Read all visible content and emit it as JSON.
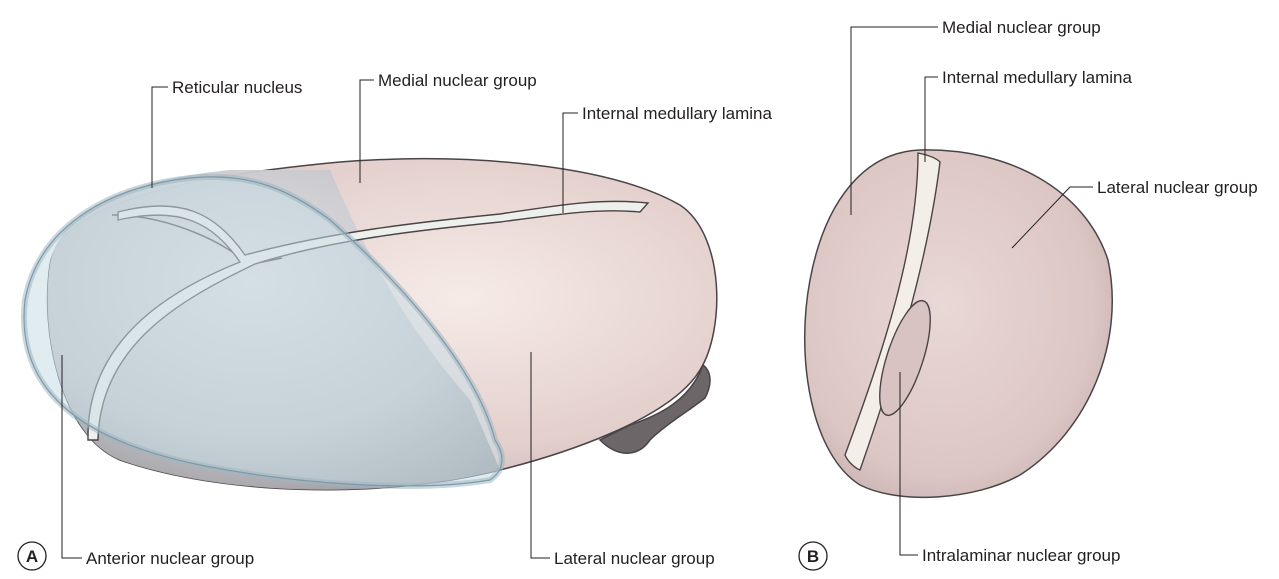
{
  "panel_a": {
    "badge": "A",
    "labels": {
      "reticular_nucleus": "Reticular nucleus",
      "medial_nuclear_group": "Medial nuclear group",
      "internal_medullary_lamina": "Internal medullary lamina",
      "anterior_nuclear_group": "Anterior nuclear group",
      "lateral_nuclear_group": "Lateral nuclear group"
    }
  },
  "panel_b": {
    "badge": "B",
    "labels": {
      "medial_nuclear_group": "Medial nuclear group",
      "internal_medullary_lamina": "Internal medullary lamina",
      "lateral_nuclear_group": "Lateral nuclear group",
      "intralaminar_nuclear_group": "Intralaminar nuclear group"
    }
  },
  "colors": {
    "medial_lateral_nuclei": "#e6d3d1",
    "anterior_nucleus": "#c6c6ca",
    "lamina": "#f3efe8",
    "reticular_nucleus": "#c9dde6",
    "outline": "#4a4446"
  }
}
